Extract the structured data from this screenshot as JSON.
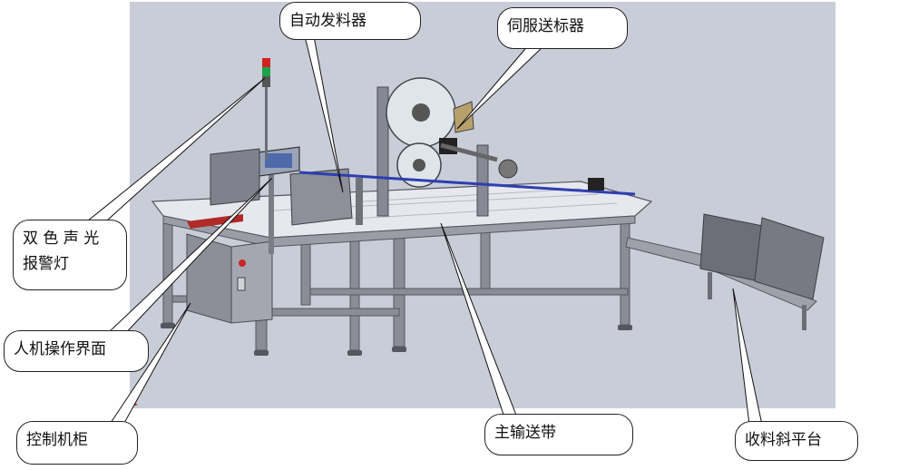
{
  "labels": {
    "feeder": "自动发料器",
    "servo": "伺服送标器",
    "alarm_line1": "双 色 声 光",
    "alarm_line2": "报警灯",
    "hmi": "人机操作界面",
    "cabinet": "控制机柜",
    "conveyor": "主输送带",
    "ramp": "收料斜平台"
  },
  "colors": {
    "background_panel": "#c9cdd8",
    "frame": "#7a7d86",
    "conveyor_top": "#e6e8ee",
    "roll": "#dfe6ea",
    "accent_blue": "#2d3fb0",
    "motor": "#222222",
    "alarm_red": "#d42020",
    "alarm_green": "#1aa54a"
  }
}
